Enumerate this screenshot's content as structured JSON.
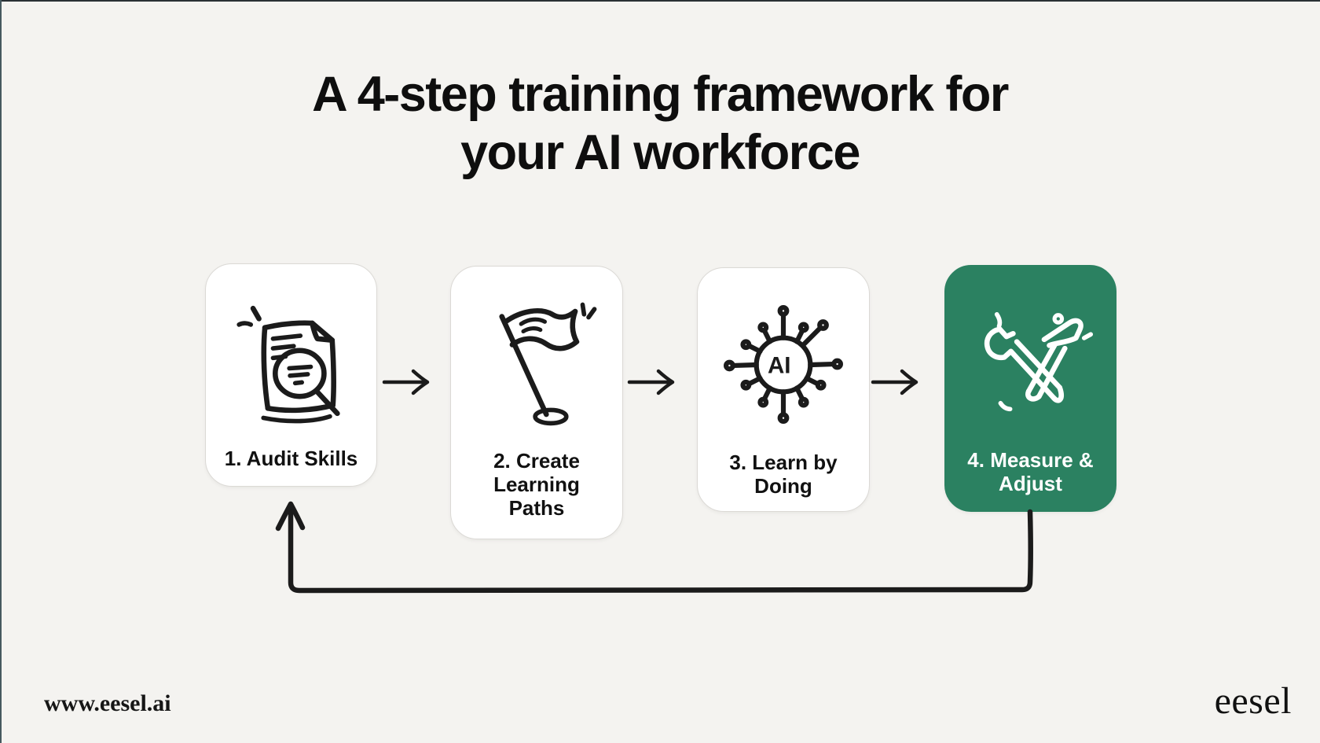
{
  "page": {
    "background_color": "#f4f3f0",
    "ink_color": "#1b1b1b",
    "accent_green": "#2b8161"
  },
  "title": {
    "full_text": "A 4-step training framework for your AI workforce",
    "line1": "A 4-step training framework for",
    "line2": "your AI workforce"
  },
  "steps": [
    {
      "label": "1. Audit Skills",
      "icon": "document-search-icon",
      "variant": "light"
    },
    {
      "label": "2. Create Learning Paths",
      "icon": "flag-icon",
      "variant": "light"
    },
    {
      "label": "3. Learn by Doing",
      "icon": "ai-chip-icon",
      "icon_text": "AI",
      "variant": "light"
    },
    {
      "label": "4. Measure & Adjust",
      "icon": "wrench-hammer-icon",
      "variant": "green"
    }
  ],
  "footer": {
    "website": "www.eesel.ai",
    "brand": "eesel"
  }
}
